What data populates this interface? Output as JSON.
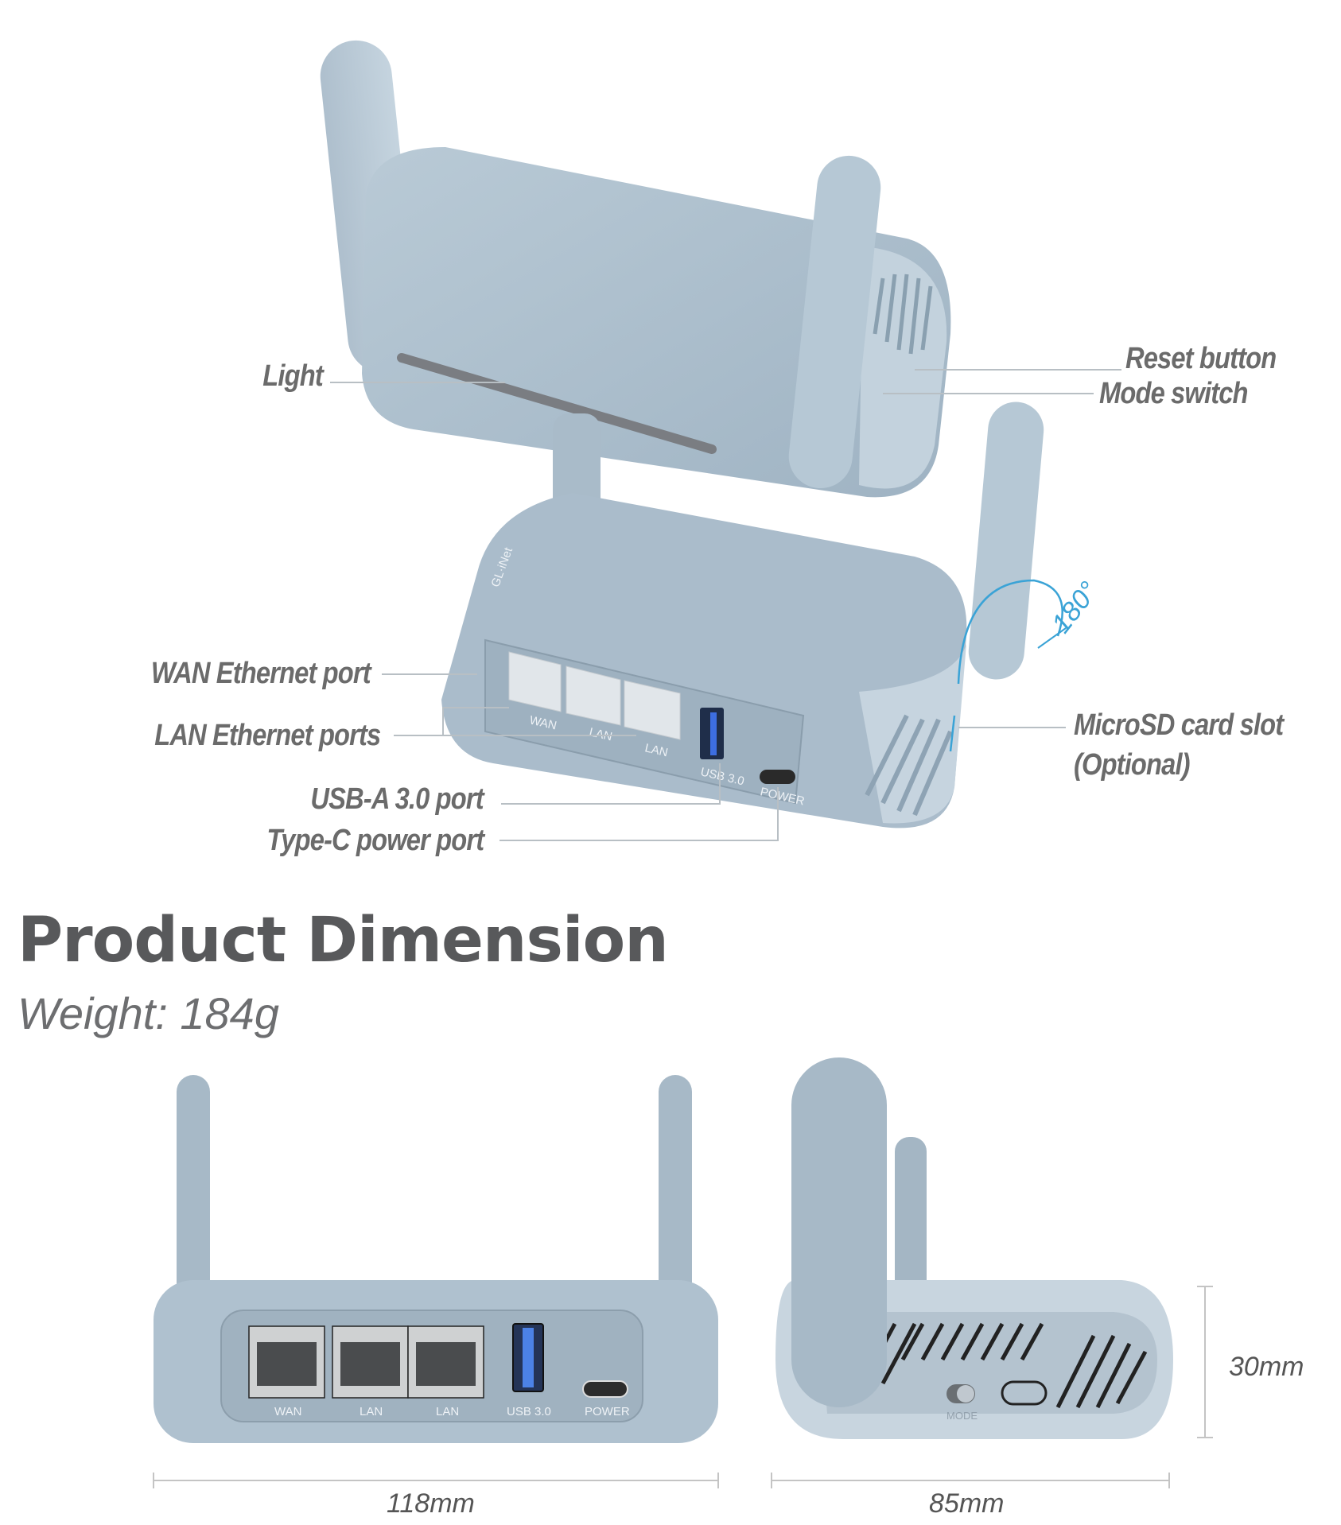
{
  "callouts": {
    "light": "Light",
    "reset_button": "Reset button",
    "mode_switch": "Mode switch",
    "wan_port": "WAN Ethernet port",
    "lan_ports": "LAN Ethernet ports",
    "usb_port": "USB-A 3.0 port",
    "power_port": "Type-C power port",
    "microsd_line1": "MicroSD card slot",
    "microsd_line2": "(Optional)",
    "rotation": "180°"
  },
  "device_labels": {
    "brand": "GL·iNet",
    "wan": "WAN",
    "lan": "LAN",
    "usb": "USB 3.0",
    "power": "POWER",
    "mode": "MODE"
  },
  "dimension_section": {
    "title": "Product Dimension",
    "weight": "Weight: 184g",
    "width": "118mm",
    "depth": "85mm",
    "height": "30mm"
  },
  "colors": {
    "device_body": "#a9bccb",
    "accent_blue": "#3aa3d6",
    "text_gray": "#6b6b6b"
  }
}
